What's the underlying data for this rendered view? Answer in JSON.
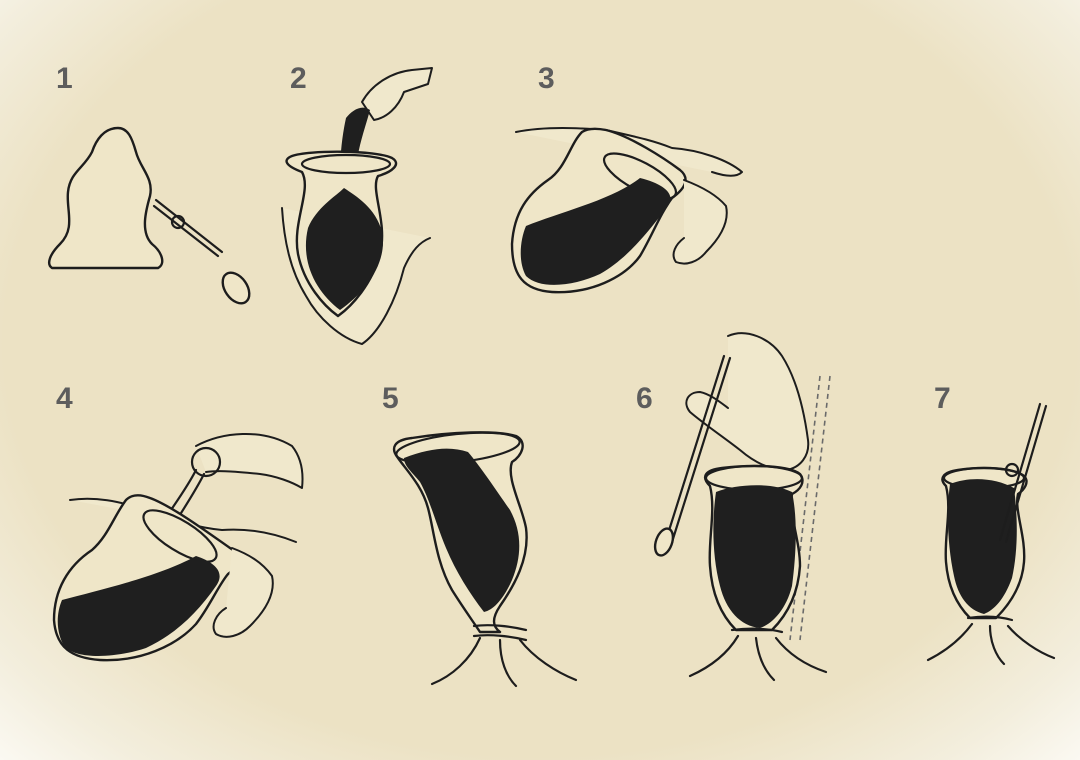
{
  "steps": [
    {
      "number": "1",
      "illustration": "gourd-and-bombilla"
    },
    {
      "number": "2",
      "illustration": "pouring-yerba"
    },
    {
      "number": "3",
      "illustration": "tilting-gourd"
    },
    {
      "number": "4",
      "illustration": "pouring-water"
    },
    {
      "number": "5",
      "illustration": "gourd-on-stand"
    },
    {
      "number": "6",
      "illustration": "inserting-bombilla"
    },
    {
      "number": "7",
      "illustration": "ready-mate"
    }
  ],
  "colors": {
    "background": "#ece2c4",
    "ink": "#1d1d1d",
    "label": "#5d5d5d"
  }
}
